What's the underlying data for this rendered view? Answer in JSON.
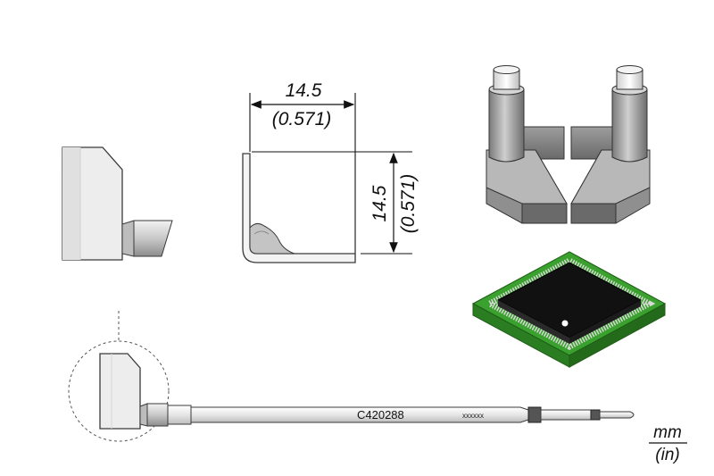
{
  "dimensions": {
    "width_mm": "14.5",
    "width_in": "(0.571)",
    "height_mm": "14.5",
    "height_in": "(0.571)"
  },
  "tip": {
    "part_number": "C420288",
    "marking": "xxxxxx"
  },
  "units": {
    "primary": "mm",
    "secondary": "(in)"
  },
  "colors": {
    "outline": "#3a3a3a",
    "metal_light": "#e6e6e6",
    "metal_dark": "#8a8a8a",
    "pcb_green": "#3aa12e",
    "chip_black": "#111111"
  }
}
